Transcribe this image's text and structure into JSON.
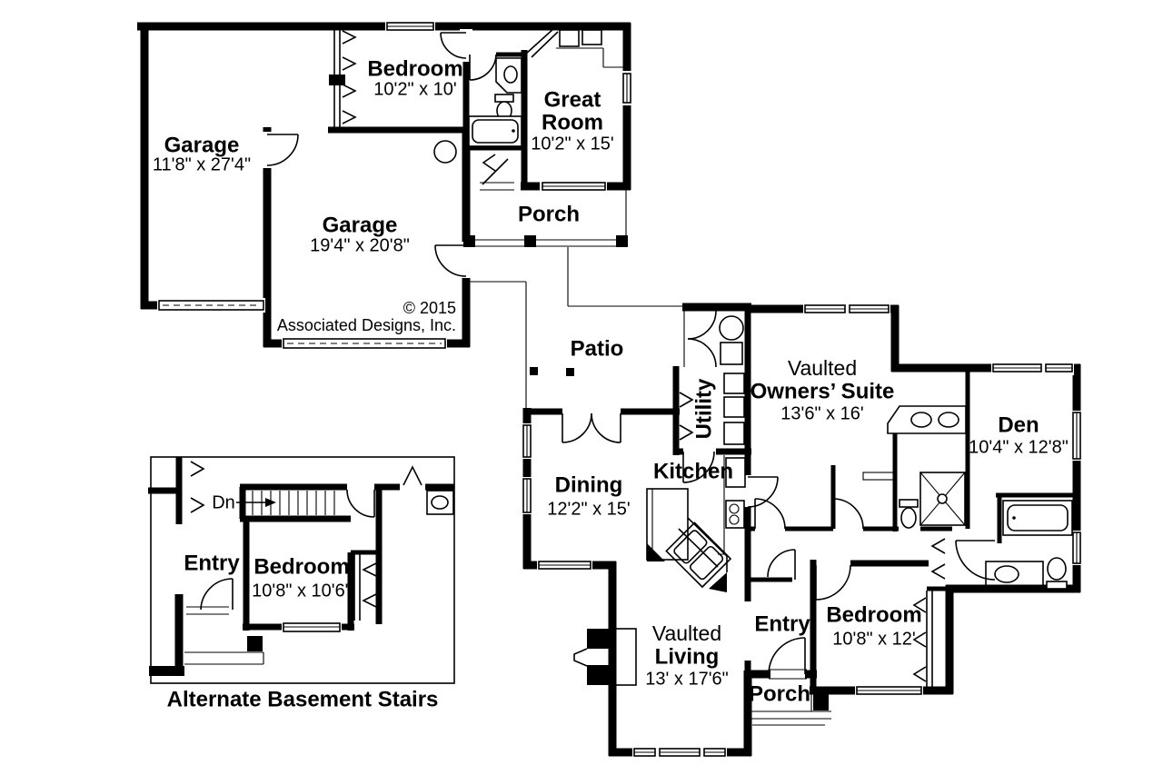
{
  "colors": {
    "wall": "#000000",
    "bg": "#ffffff"
  },
  "upper": {
    "garage_left": {
      "name": "Garage",
      "dims": "11'8\" x 27'4\""
    },
    "garage_main": {
      "name": "Garage",
      "dims": "19'4\" x 20'8\""
    },
    "bedroom": {
      "name": "Bedroom",
      "dims": "10'2\" x 10'"
    },
    "great_room": {
      "line1": "Great",
      "line2": "Room",
      "dims": "10'2\" x 15'"
    },
    "porch": {
      "name": "Porch"
    },
    "copyright": {
      "line1": "© 2015",
      "line2": "Associated Designs, Inc."
    }
  },
  "main": {
    "patio": {
      "name": "Patio"
    },
    "utility": {
      "name": "Utility"
    },
    "owners_suite": {
      "prefix": "Vaulted",
      "name": "Owners’ Suite",
      "dims": "13'6\" x 16'"
    },
    "den": {
      "name": "Den",
      "dims": "10'4\" x 12'8\""
    },
    "kitchen": {
      "name": "Kitchen"
    },
    "dining": {
      "name": "Dining",
      "dims": "12'2\" x 15'"
    },
    "living": {
      "prefix": "Vaulted",
      "name": "Living",
      "dims": "13' x 17'6\""
    },
    "entry": {
      "name": "Entry"
    },
    "bedroom": {
      "name": "Bedroom",
      "dims": "10'8\" x 12'"
    },
    "porch": {
      "name": "Porch"
    }
  },
  "inset": {
    "stairs_label": "Dn",
    "entry": {
      "name": "Entry"
    },
    "bedroom": {
      "name": "Bedroom",
      "dims": "10'8\" x 10'6\""
    },
    "caption": "Alternate Basement Stairs"
  }
}
